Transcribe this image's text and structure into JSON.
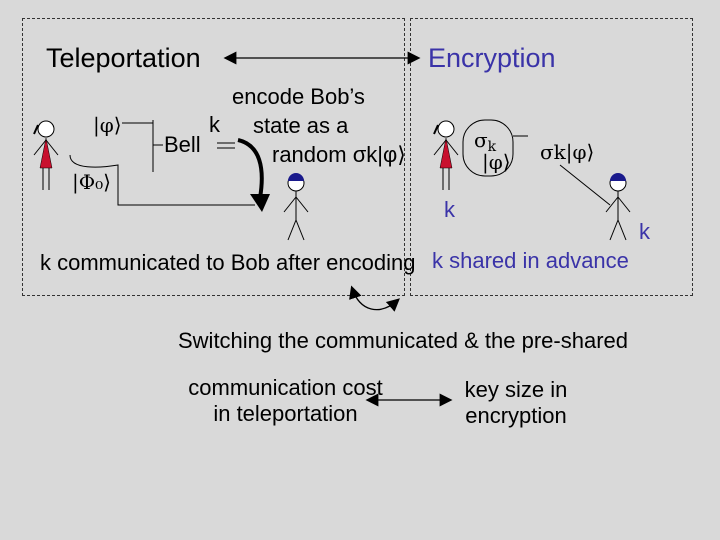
{
  "panels": {
    "teleportation": {
      "title": "Teleportation",
      "phi": "|φ⟩",
      "phi0": "|Φ₀⟩",
      "bell": "Bell",
      "k": "k",
      "caption": "k communicated to Bob after encoding"
    },
    "encryption": {
      "title": "Encryption",
      "sigma_k": "σ",
      "sigma_sub": "k",
      "phi": "|φ⟩",
      "sigma_k_phi": "σk|φ⟩",
      "k_left": "k",
      "k_right": "k",
      "caption": "k shared in advance"
    }
  },
  "encode_note": {
    "line1": "encode Bob’s",
    "line2": "state as a",
    "line3": "random σk|φ⟩"
  },
  "switching": "Switching the communicated & the pre-shared",
  "comparison": {
    "left_line1": "communication cost",
    "left_line2": "in teleportation",
    "right_line1": "key size in",
    "right_line2": "encryption"
  },
  "colors": {
    "background": "#d9d9d9",
    "encryption_text": "#3a33a8",
    "alice_body": "#c8102e",
    "bob_hat": "#1a1a8c"
  }
}
